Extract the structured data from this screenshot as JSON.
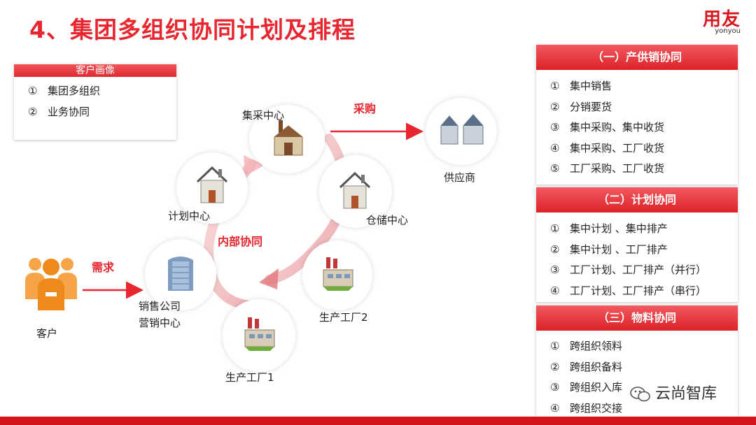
{
  "title": "4、集团多组织协同计划及排程",
  "logo": {
    "main": "用友",
    "sub": "yonyou"
  },
  "portrait": {
    "title": "客户画像",
    "items": [
      {
        "num": "①",
        "text": "集团多组织"
      },
      {
        "num": "②",
        "text": "业务协同"
      }
    ]
  },
  "diagram": {
    "customer": "客户",
    "demand": "需求",
    "sales_line1": "销售公司",
    "sales_line2": "营销中心",
    "planning": "计划中心",
    "purchasing_center": "集采中心",
    "purchase": "采购",
    "supplier": "供应商",
    "warehouse": "仓储中心",
    "internal": "内部协同",
    "factory1": "生产工厂1",
    "factory2": "生产工厂2"
  },
  "panels": [
    {
      "title": "（一）产供销协同",
      "items": [
        {
          "num": "①",
          "text": "集中销售"
        },
        {
          "num": "②",
          "text": "分销要货"
        },
        {
          "num": "③",
          "text": "集中采购、集中收货"
        },
        {
          "num": "④",
          "text": "集中采购、工厂收货"
        },
        {
          "num": "⑤",
          "text": "工厂采购、工厂收货"
        }
      ]
    },
    {
      "title": "（二）计划协同",
      "items": [
        {
          "num": "①",
          "text": "集中计划 、集中排产"
        },
        {
          "num": "②",
          "text": "集中计划 、工厂排产"
        },
        {
          "num": "③",
          "text": "工厂计划、工厂排产（并行）"
        },
        {
          "num": "④",
          "text": "工厂计划、工厂排产（串行）"
        }
      ]
    },
    {
      "title": "（三）物料协同",
      "items": [
        {
          "num": "①",
          "text": "跨组织领料"
        },
        {
          "num": "②",
          "text": "跨组织备料"
        },
        {
          "num": "③",
          "text": "跨组织入库"
        },
        {
          "num": "④",
          "text": "跨组织交接"
        }
      ]
    }
  ],
  "watermark": "云尚智库",
  "colors": {
    "accent": "#e8262f",
    "bar": "#d4141c",
    "customer": "#f08a1c"
  }
}
